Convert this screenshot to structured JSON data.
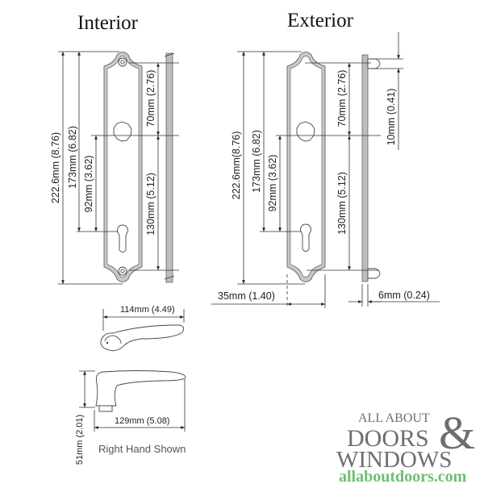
{
  "headings": {
    "interior": "Interior",
    "exterior": "Exterior"
  },
  "interior": {
    "overall_height": "222.6mm (8.76)",
    "screw_spacing": "173mm (6.82)",
    "backset": "92mm (3.62)",
    "top_to_handle": "70mm (2.76)",
    "handle_to_bottom": "130mm (5.12)"
  },
  "exterior": {
    "overall_height": "222.6mm(8.76)",
    "screw_spacing": "173mm (6.82)",
    "backset": "92mm (3.62)",
    "top_to_handle": "70mm (2.76)",
    "handle_to_bottom": "130mm (5.12)",
    "stud_diameter": "10mm (0.41)",
    "plate_width": "35mm (1.40)",
    "plate_thickness": "6mm (0.24)"
  },
  "lever": {
    "top_length": "114mm (4.49)",
    "side_length": "129mm (5.08)",
    "projection": "51mm (2.01)",
    "caption": "Right Hand Shown"
  },
  "logo": {
    "line1": "ALL ABOUT",
    "line2": "DOORS",
    "ampersand": "&",
    "line3": "WINDOWS",
    "url": "allaboutdoors.com",
    "gray": "#6b6e72",
    "green": "#6dbf72"
  }
}
